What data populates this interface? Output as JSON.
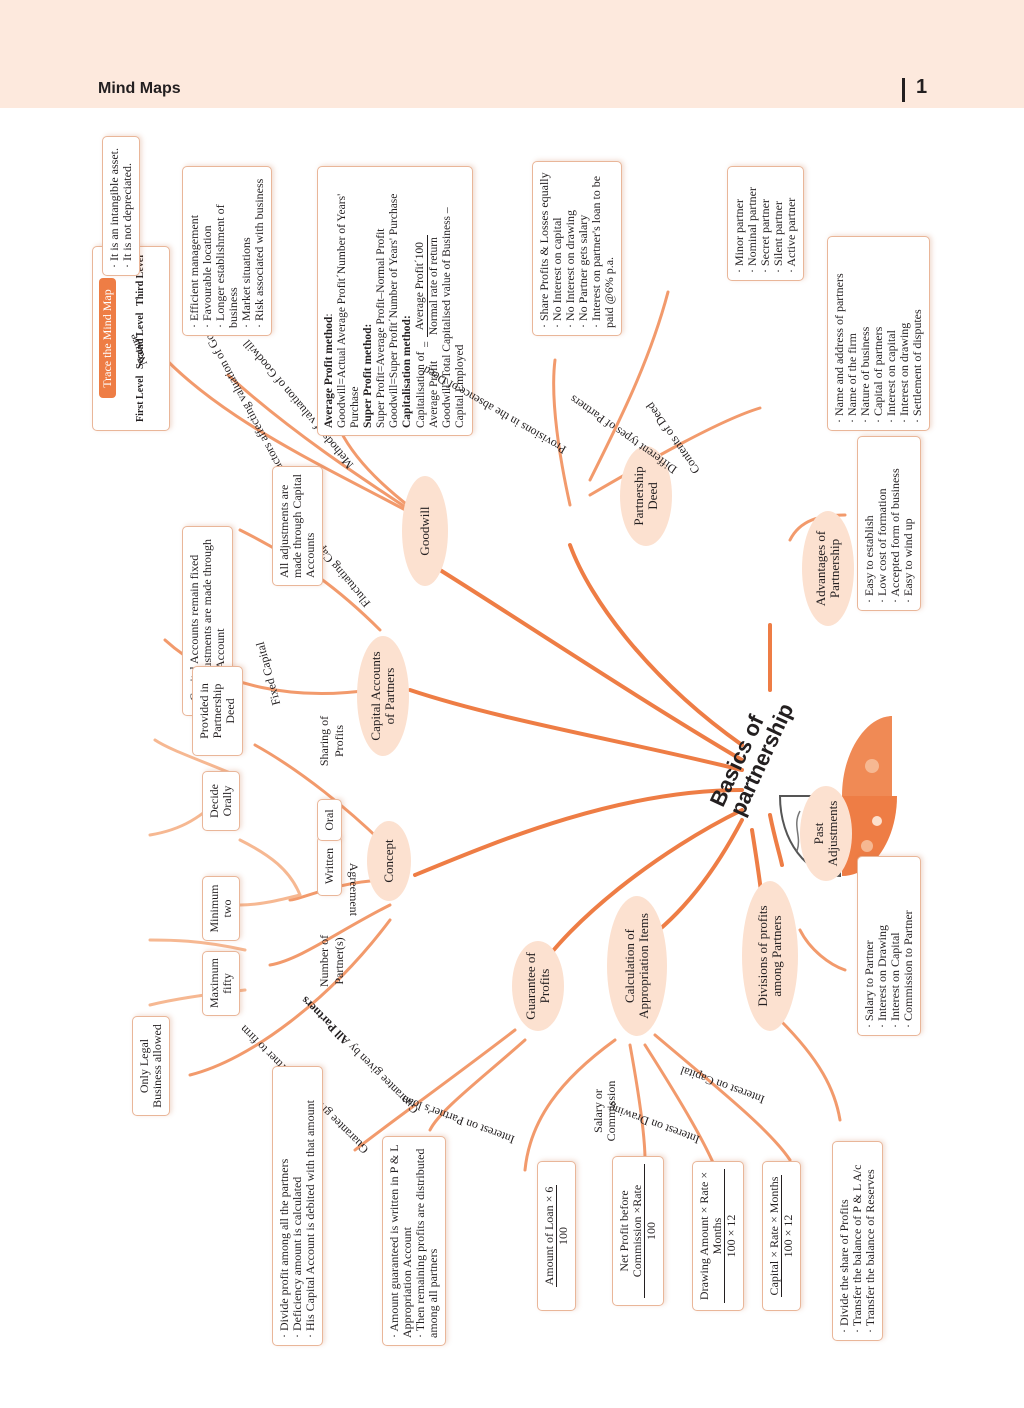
{
  "header": {
    "title": "Mind Maps",
    "page_number": "1"
  },
  "central": {
    "line1": "Basics of",
    "line2": "partnership"
  },
  "legend": {
    "title": "Trace the Mind Map",
    "levels": [
      "First Level",
      "Second Level",
      "Third Level"
    ]
  },
  "colors": {
    "band": "#fde9dd",
    "branch": "#ee7d45",
    "node_fill": "#fce1d0"
  },
  "nodes": {
    "concept": "Concept",
    "capital_accounts": "Capital Accounts of Partners",
    "goodwill": "Goodwill",
    "partnership_deed": "Partnership Deed",
    "advantages": "Advantages of Partnership",
    "past_adjustments": "Past Adjustments",
    "divisions": "Divisions of profits among Partners",
    "calculation": "Calculation of Appropriation Items",
    "guarantee": "Guarantee of Profits"
  },
  "concept": {
    "agreement_label": "Agreement",
    "written": "Written",
    "oral": "Oral",
    "sharing_of_profits": "Sharing of Profits",
    "provided_in_deed": "Provided in Partnership Deed",
    "decide_orally": "Decide Orally",
    "number_of_partners": "Number of Partner(s)",
    "minimum": "Minimum two",
    "maximum": "Maximum fifty",
    "only_legal": "Only Legal Business allowed"
  },
  "capital": {
    "fixed_label": "Fixed Capital",
    "fixed_items": [
      "Capital Accounts remain fixed",
      "All adjustments are made through Current Account"
    ],
    "fluctuating_label": "Fluctuating Capital",
    "fluctuating_text": "All adjustments are made through Capital Accounts"
  },
  "goodwill": {
    "nature_label": "Nature",
    "nature_items": [
      "It is an intangible asset.",
      "It is not depreciated."
    ],
    "factors_label": "Factors affecting valuation of Goodwill",
    "factors_items": [
      "Efficient management",
      "Favourable location",
      "Longer establishment of business",
      "Market situations",
      "Risk associated with business"
    ],
    "methods_label": "Methods of valuation of Goodwill",
    "avg_title": "Average Profit method",
    "avg_formula": "Goodwill=Actual Average Profit´Number of Years' Purchase",
    "super_title": "Super Profit method:",
    "super_formula1": "Super Profit=Average Profit–Normal Profit",
    "super_formula2": "Goodwill=Super Profit´Number of Years' Purchase",
    "cap_title": "Capitalisation method:",
    "cap_lhs1": "Capitalisation of",
    "cap_lhs2": "Average Profit",
    "cap_eq": "=",
    "cap_num": "Average Profit´100",
    "cap_den": "Normal rate of return",
    "cap_formula2": "Goodwill=Total Capitalised value of Business – Capital Employed"
  },
  "deed": {
    "provisions_label": "Provisions in the absence of Deed",
    "provisions_items": [
      "Share Profits & Losses equally",
      "No Interest on capital",
      "No Interest on drawing",
      "No Partner gets salary",
      "Interest on partner's loan to be paid @6% p.a."
    ],
    "types_label": "Different types of Partners",
    "types_items": [
      "Minor partner",
      "Nominal partner",
      "Secret partner",
      "Silent partner",
      "Active partner"
    ],
    "contents_label": "Contents of Deed",
    "contents_items": [
      "Name and address of partners",
      "Name of the firm",
      "Nature of business",
      "Capital of partners",
      "Interest on capital",
      "Interest on drawing",
      "Settlement of disputes"
    ]
  },
  "advantages": {
    "items": [
      "Easy to establish",
      "Low cost of formation",
      "Accepted form of business",
      "Easy to wind up"
    ]
  },
  "past_adjustments": {
    "items": [
      "Salary to Partner",
      "Interest on Drawing",
      "Interest on Capital",
      "Commission to Partner"
    ]
  },
  "divisions": {
    "items": [
      "Divide the share of Profits",
      "Transfer the balance of P & L A/c",
      "Transfer the balance of Reserves"
    ]
  },
  "calculation": {
    "loan_label": "Interest on Partner's loan",
    "loan_num": "Amount of Loan × 6",
    "loan_den": "100",
    "commission_label": "Salary or Commission",
    "commission_num": "Net Profit before Commission ×Rate",
    "commission_den": "100",
    "drawing_label": "Interest on Drawing",
    "drawing_num": "Drawing Amount × Rate × Months",
    "drawing_den": "100 × 12",
    "capital_label": "Interest on Capital",
    "capital_num": "Capital × Rate × Months",
    "capital_den": "100 × 12"
  },
  "guarantee": {
    "by_partner_label": "Guarantee given by a Partner to firm",
    "by_partner_items": [
      "Divide profit among all the partners",
      "Deficiency amount is calculated",
      "His Capital Account is debited with that amount"
    ],
    "by_all_label": "Guarantee given by",
    "by_all_bold": "All Partners",
    "by_all_items": [
      "Amount guaranteed is written in P & L Appropriation Account",
      "Then remaining profits are distributed among all partners"
    ]
  }
}
